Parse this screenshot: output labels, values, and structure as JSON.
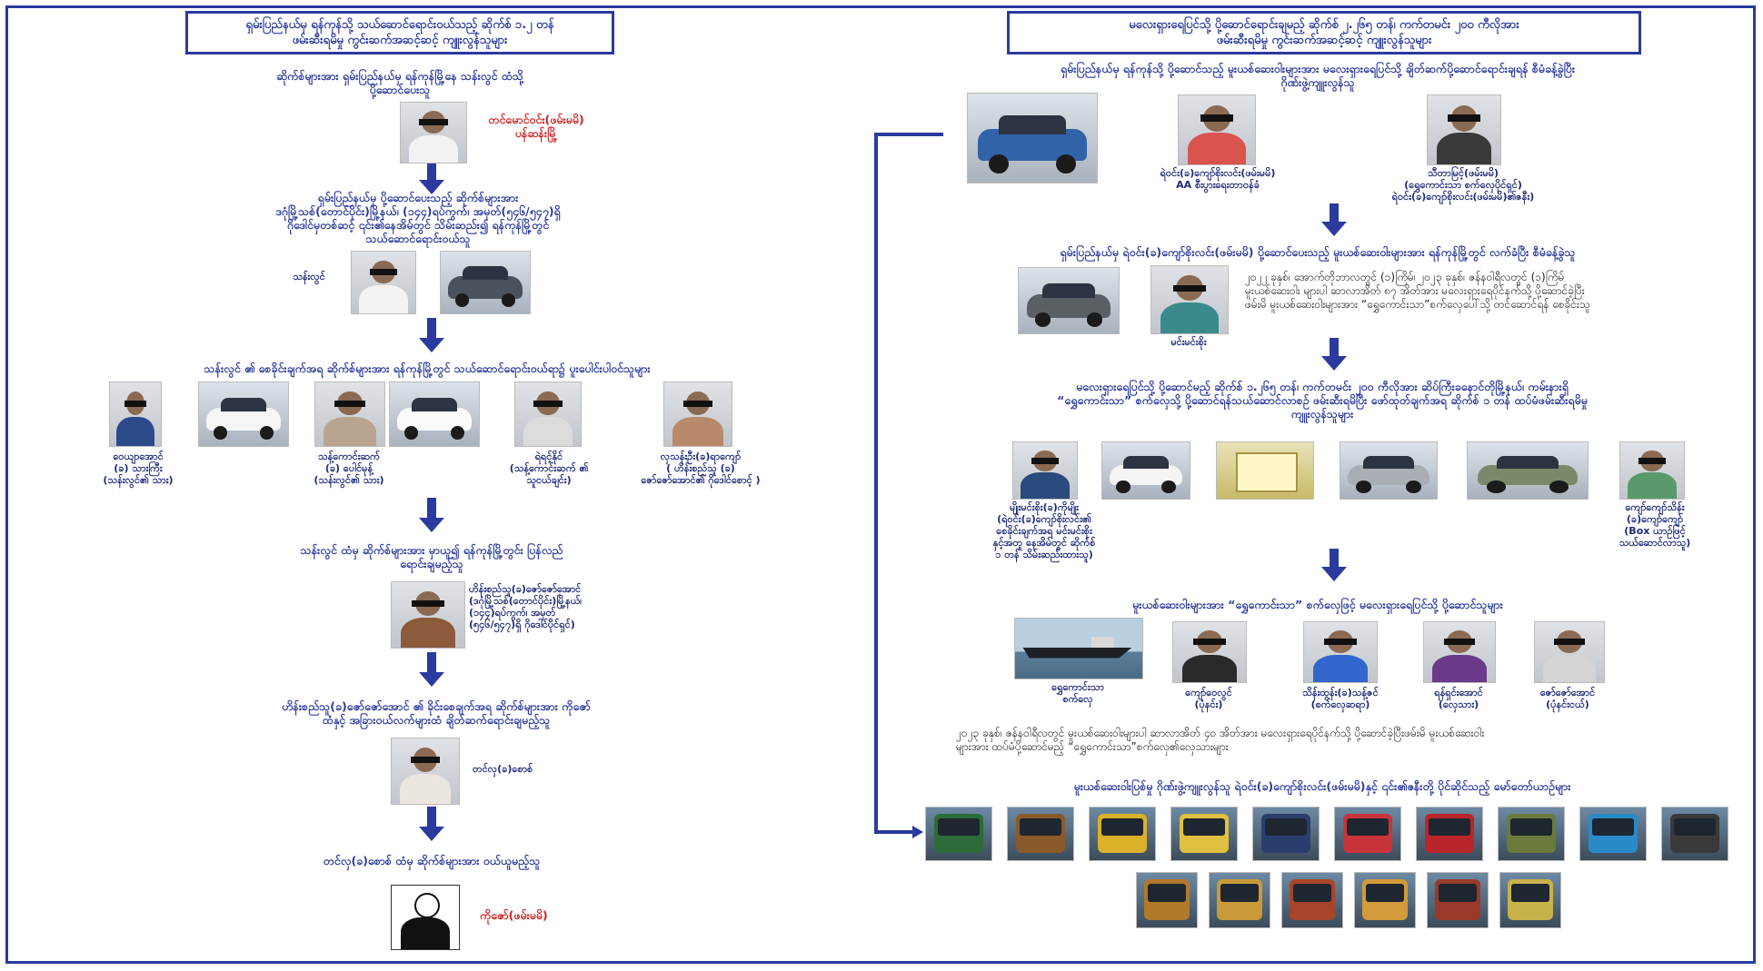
{
  "colors": {
    "accent": "#2b3a9e",
    "highlight": "#d11f1f"
  },
  "left": {
    "header": [
      "ရှမ်းပြည်နယ်မှ ရန်ကုန်သို့ သယ်ဆောင်ရောင်းဝယ်သည့် ဆိုက်စ် ၁.၂ တန်",
      "ဖမ်းဆီးရမိမှု ကွင်းဆက်အဆင့်ဆင့် ကျူးလွန်သူများ"
    ],
    "s1": {
      "text": [
        "ဆိုက်စ်များအား ရှမ်းပြည်နယ်မှ ရန်ကုန်မြို့နေ သန်းလွင် ထံသို့",
        "ပို့ဆောင်ပေးသူ"
      ],
      "name": [
        "တင်မောင်ဝင်း(ဖမ်းမမိ)",
        "ပန်ဆန်းမြို့"
      ]
    },
    "s2": {
      "text": [
        "ရှမ်းပြည်နယ်မှ ပို့ဆောင်ပေးသည့် ဆိုက်စ်များအား",
        "ဒဂုံမြို့သစ်(တောင်ပိုင်း)မြို့နယ်၊ (၁၄၄)ရပ်ကွက်၊ အမှတ်(၅၄၆/၅၄၇)ရှိ",
        "ဂိုဒေါင်မှတစ်ဆင့် ၎င်း၏နေအိမ်တွင် သိမ်းဆည်း၍ ရန်ကုန်မြို့တွင်",
        "သယ်ဆောင်ရောင်းဝယ်သူ"
      ],
      "name": "သန်းလွင်"
    },
    "s3": {
      "text": "သန်းလွင် ၏ စေခိုင်းချက်အရ ဆိုက်စ်များအား ရန်ကုန်မြို့တွင် သယ်ဆောင်ရောင်းဝယ်ရာ၌ ပူးပေါင်းပါဝင်သူများ",
      "p1": [
        "ဝေယျာအောင်",
        "(ခ) သားကြီး",
        "(သန်းလွင်၏ သား)"
      ],
      "p2": [
        "သန့်ကောင်းဆက်",
        "(ခ) ပေါင်မုန့်",
        "(သန်းလွင်၏ သား)"
      ],
      "p3": [
        "ရဲရင့်နိုင်",
        "(သန့်ကောင်းဆက် ၏",
        "သူငယ်ချင်း)"
      ],
      "p4": [
        "လှသန်းဦး(ခ)ရာကျော်",
        "( ဟိန်းစည်သူ (ခ)",
        "ဇော်ဇော်အောင်၏ ဂိုဒေါင်စောင့် )"
      ]
    },
    "s4": {
      "text": [
        "သန်းလွင် ထံမှ ဆိုက်စ်များအား မှာယူ၍ ရန်ကုန်မြို့တွင်း ပြန်လည်",
        "ရောင်းချမည့်သူ"
      ],
      "name": [
        "ဟိန်းစည်သူ(ခ)ဇော်ဇော်အောင်",
        "(ဒဂုံမြို့သစ်(တောင်ပိုင်း)မြို့နယ်၊",
        "(၁၄၄)ရပ်ကွက်၊ အမှတ်",
        "(၅၄၆/၅၄၇)ရှိ ဂိုဒေါင်ပိုင်ရှင်)"
      ]
    },
    "s5": {
      "text": [
        "ဟိန်းစည်သူ(ခ)ဇော်ဇော်အောင် ၏ ခိုင်းစေချက်အရ ဆိုက်စ်များအား ကိုဇော်",
        "ထံနှင့် အခြားဝယ်လက်များထံ ချိတ်ဆက်ရောင်းချမည့်သူ"
      ],
      "name": "တင်လှ(ခ)စောစ်"
    },
    "s6": {
      "text": "တင်လှ(ခ)စောစ် ထံမှ ဆိုက်စ်များအား ဝယ်ယူမည့်သူ",
      "name": "ကိုဇော်(ဖမ်းမမိ)"
    }
  },
  "right": {
    "header": [
      "မလေးရှားရေပြင်သို့ ပို့ဆောင်ရောင်းချမည့် ဆိုက်စ် ၂.၂၆၅ တန်၊ ကက်တမင်း ၂၀၀ ကီလိုအား",
      "ဖမ်းဆီးရမိမှု ကွင်းဆက်အဆင့်ဆင့် ကျူးလွန်သူများ"
    ],
    "s1": {
      "text": [
        "ရှမ်းပြည်နယ်မှ ရန်ကုန်သို့ ပို့ဆောင်သည့် မူးယစ်ဆေးဝါးများအား မလေးရှားရေပြင်သို့ ချိတ်ဆက်ပို့ဆောင်ရောင်းချရန် စီမံခန့်ခွဲပြီး",
        "ဂိုဏ်းဖွဲ့ကျူးလွန်သူ"
      ],
      "p1": [
        "ရဲဝင်း(ခ)ကျော်စိုးလင်း(ဖမ်းမမိ)",
        "AA စီးပွားရေးတာဝန်ခံ"
      ],
      "p2": [
        "သီတာမြင့်(ဖမ်းမမိ)",
        "(ရွှေကောင်းသာ စက်လှေပိုင်ရှင်)",
        "ရဲဝင်း(ခ)ကျော်စိုးလင်း(ဖမ်းမမိ)၏ဇနီး)"
      ]
    },
    "s2": {
      "text": "ရှမ်းပြည်နယ်မှ ရဲဝင်း(ခ)ကျော်စိုးလင်း(ဖမ်းမမိ) ပို့ဆောင်ပေးသည့် မူးယစ်ဆေးဝါးများအား ရန်ကုန်မြို့တွင် လက်ခံပြီး စီမံခန့်ခွဲသူ",
      "name": "မင်းမင်းစိုး",
      "desc": [
        "၂၀၂၂ ခုနှစ်၊ အောက်တိုဘာလတွင် (၁)ကြိမ်၊ ၂၀၂၃ ခုနှစ်၊ ဇန်နဝါရီလတွင် (၁)ကြိမ်",
        "မူးယစ်ဆေးဝါး များပါ ဆာလာအိတ် ၈၇ အိတ်အား မလေးရှားရေပိုင်နက်သို့ ပို့ဆောင်ခဲ့ပြီး",
        "ဖမ်းမိ မူးယစ်ဆေးဝါးများအား “ရွှေကောင်းသာ”စက်လှေပေါ်သို့ တင်ဆောင်ရန် စေခိုင်းသူ"
      ]
    },
    "s3": {
      "text": [
        "မလေးရှားရေပြင်သို့ ပို့ဆောင်မည့် ဆိုက်စ် ၁.၂၆၅ တန်၊ ကက်တမင်း ၂၀၀ ကီလိုအား ဆိပ်ကြီးခနောင်တိုမြို့နယ်၊ ကမ်းနားရှိ",
        "“ရွှေကောင်းသာ” စက်လှေသို့ ပို့ဆောင်ရန်သယ်ဆောင်လာစဉ် ဖမ်းဆီးရမိပြီး ဖော်ထုတ်ချက်အရ ဆိုက်စ် ၁ တန် ထပ်မံဖမ်းဆီးရမိမှု",
        "ကျူးလွန်သူများ"
      ],
      "p1": [
        "မျိုးမင်းစိုး(ခ)ကိုမျိုး",
        "(ရဲဝင်း(ခ)ကျော်စိုးလင်း၏",
        "စေခိုင်းချက်အရ မင်းမင်းစိုး",
        "နှင့်အတူ နေအိမ်တွင် ဆိုက်စ်",
        "၁ တန် သိမ်းဆည်းထားသူ)"
      ],
      "p2": [
        "ကျော်ကျော်သိန်း",
        "(ခ)ကျော်ကျော်",
        "(Box ယာဉ်ဖြင့်",
        "သယ်ဆောင်လာသူ)"
      ]
    },
    "s4": {
      "text": "မူးယစ်ဆေးဝါးများအား “ရွှေကောင်းသာ” စက်လှေဖြင့် မလေးရှားရေပြင်သို့ ပို့ဆောင်သူများ",
      "ship": [
        "ရွှေကောင်းသာ",
        "စက်လှေ"
      ],
      "p1": [
        "ကျော်ဝေလွင်",
        "(ပုံနင်း)"
      ],
      "p2": [
        "သိန်းထွန်း(ခ)သန့်ဇင်",
        "(စက်လှေဆရာ)"
      ],
      "p3": [
        "ရန်ရှင်းအောင်",
        "(လှေသား)"
      ],
      "p4": [
        "ဇော်ဇော်အောင်",
        "(ပုံနင်းငယ်)"
      ],
      "desc": [
        "၂၀၂၃ ခုနှစ်၊ ဇန်နဝါရီလတွင် မူးယစ်ဆေးဝါးများပါ ဆာလာအိတ် ၄၀ အိတ်အား မလေးရှားရေပိုင်နက်သို့ ပို့ဆောင်ခဲ့ပြီးဖမ်းမိ မူးယစ်ဆေးဝါး",
        "များအား ထပ်မံပို့ဆောင်မည့် “ရွှေကောင်းသာ”စက်လှေ၏လှေသားများ"
      ]
    },
    "s5": {
      "text": "မူးယစ်ဆေးဝါးပြစ်မှု ဂိုဏ်းဖွဲ့ကျူးလွန်သူ ရဲဝင်း(ခ)ကျော်စိုးလင်း(ဖမ်းမမိ)နှင့် ၎င်း၏ဇနီးတို့ ပိုင်ဆိုင်သည့် မော်တော်ယာဉ်များ"
    }
  }
}
